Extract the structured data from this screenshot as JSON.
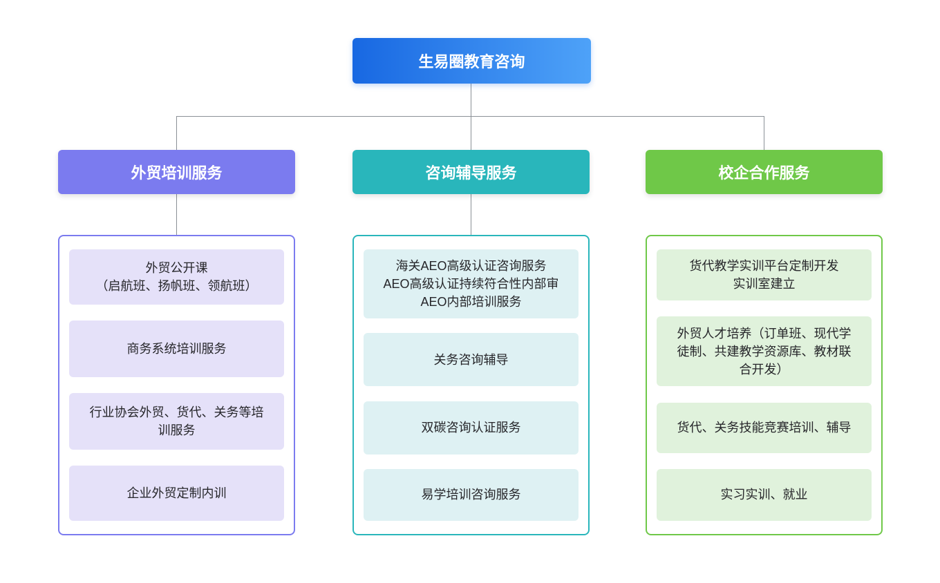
{
  "root": {
    "label": "生易圈教育咨询"
  },
  "columns": [
    {
      "header": "外贸培训服务",
      "items": [
        {
          "text": "外贸公开课\n（启航班、扬帆班、领航班）"
        },
        {
          "text": "商务系统培训服务"
        },
        {
          "text": "行业协会外贸、货代、关务等培\n训服务"
        },
        {
          "text": "企业外贸定制内训"
        }
      ]
    },
    {
      "header": "咨询辅导服务",
      "items": [
        {
          "text": "海关AEO高级认证咨询服务\nAEO高级认证持续符合性内部审\nAEO内部培训服务"
        },
        {
          "text": "关务咨询辅导"
        },
        {
          "text": "双碳咨询认证服务"
        },
        {
          "text": "易学培训咨询服务"
        }
      ]
    },
    {
      "header": "校企合作服务",
      "items": [
        {
          "text": "货代教学实训平台定制开发\n实训室建立"
        },
        {
          "text": "外贸人才培养（订单班、现代学\n徒制、共建教学资源库、教材联\n合开发）"
        },
        {
          "text": "货代、关务技能竞赛培训、辅导"
        },
        {
          "text": "实习实训、就业"
        }
      ]
    }
  ],
  "colors": {
    "root-grad-start": "#1868E2",
    "root-grad-end": "#4EA2F8",
    "purple": "#7B7BEF",
    "purple-light": "#E5E1F9",
    "teal": "#29B6BB",
    "teal-light": "#DEF1F3",
    "green": "#6FC848",
    "green-light": "#E0F2DC",
    "connector": "#8A9096"
  }
}
